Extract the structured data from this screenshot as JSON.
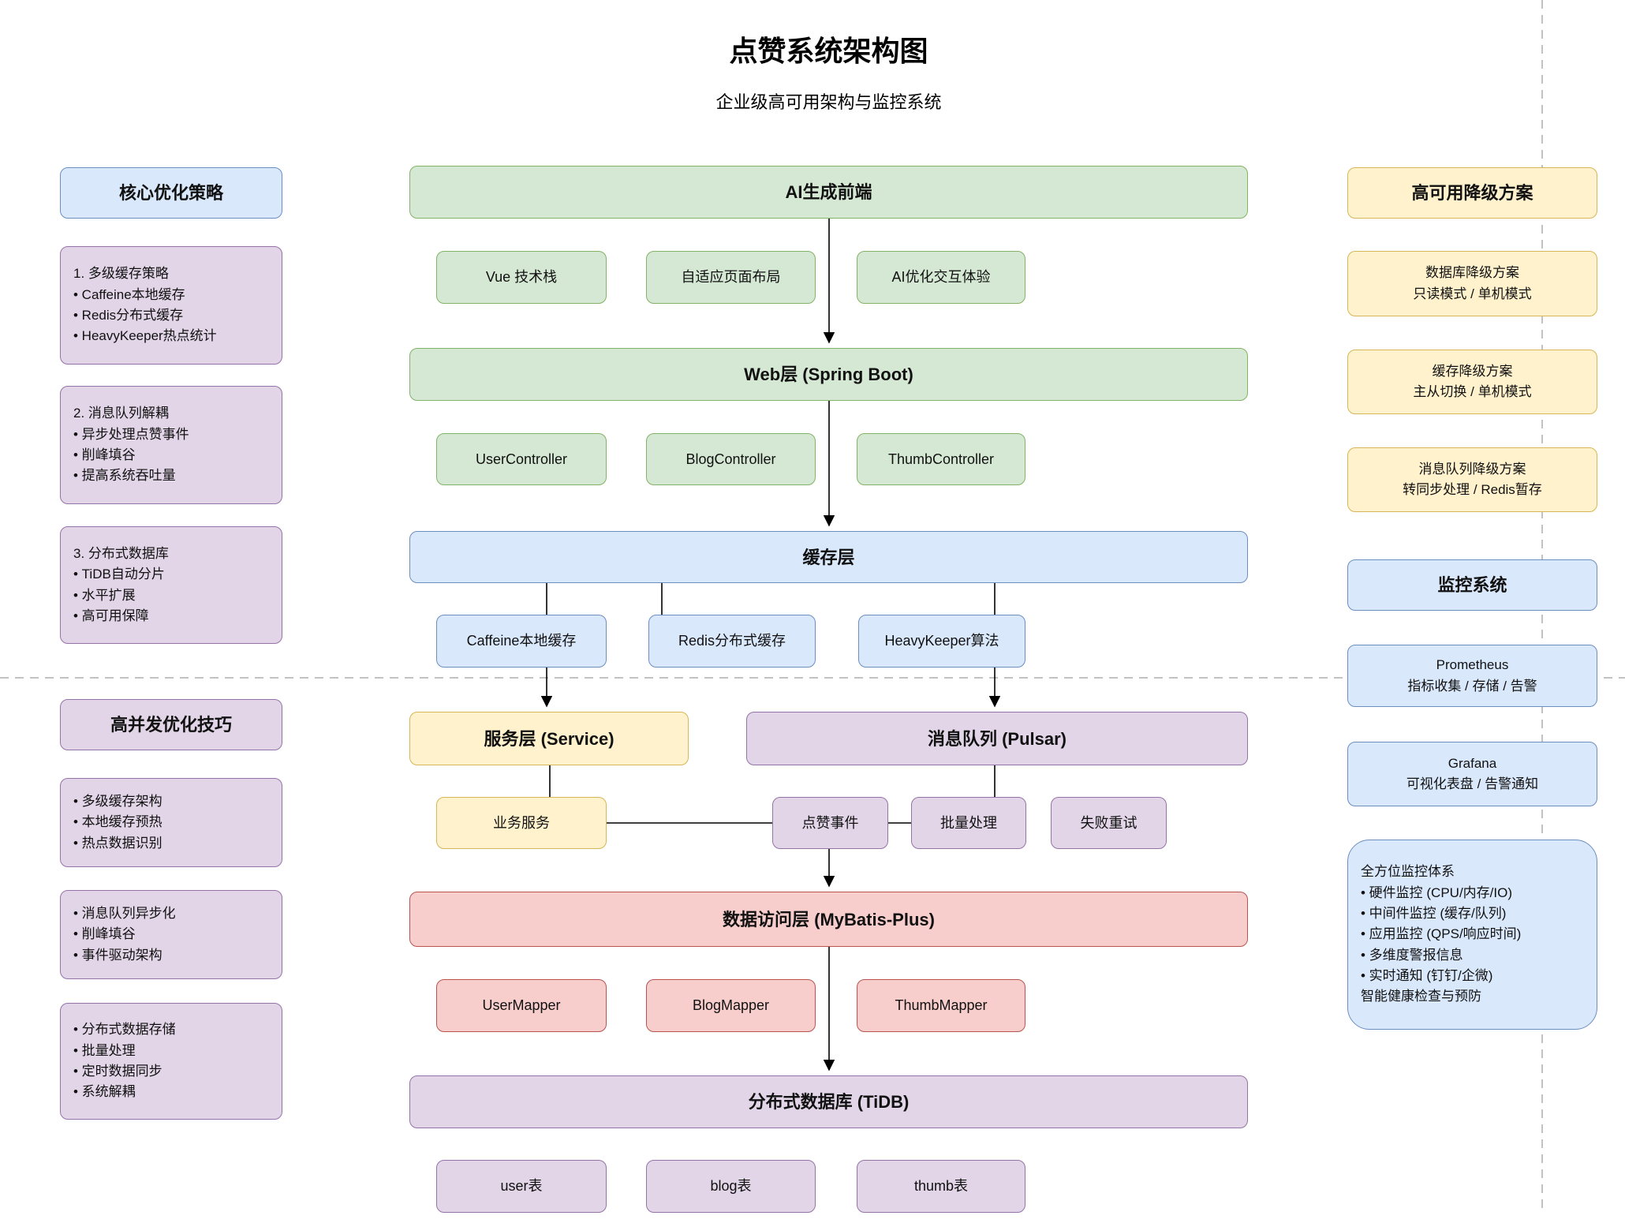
{
  "title": "点赞系统架构图",
  "subtitle": "企业级高可用架构与监控系统",
  "left_panel": {
    "strategy_header": "核心优化策略",
    "strategy_boxes": [
      "1. 多级缓存策略\n• Caffeine本地缓存\n• Redis分布式缓存\n• HeavyKeeper热点统计",
      "2. 消息队列解耦\n• 异步处理点赞事件\n• 削峰填谷\n• 提高系统吞吐量",
      "3. 分布式数据库\n• TiDB自动分片\n• 水平扩展\n• 高可用保障"
    ],
    "concurrency_header": "高并发优化技巧",
    "concurrency_boxes": [
      "• 多级缓存架构\n• 本地缓存预热\n• 热点数据识别",
      "• 消息队列异步化\n• 削峰填谷\n• 事件驱动架构",
      "• 分布式数据存储\n• 批量处理\n• 定时数据同步\n• 系统解耦"
    ]
  },
  "center": {
    "frontend": {
      "title": "AI生成前端",
      "items": [
        "Vue 技术栈",
        "自适应页面布局",
        "AI优化交互体验"
      ]
    },
    "web": {
      "title": "Web层 (Spring Boot)",
      "items": [
        "UserController",
        "BlogController",
        "ThumbController"
      ]
    },
    "cache": {
      "title": "缓存层",
      "items": [
        "Caffeine本地缓存",
        "Redis分布式缓存",
        "HeavyKeeper算法"
      ]
    },
    "service": {
      "title": "服务层 (Service)",
      "items": [
        "业务服务"
      ]
    },
    "mq": {
      "title": "消息队列 (Pulsar)",
      "items": [
        "点赞事件",
        "批量处理",
        "失败重试"
      ]
    },
    "dao": {
      "title": "数据访问层 (MyBatis-Plus)",
      "items": [
        "UserMapper",
        "BlogMapper",
        "ThumbMapper"
      ]
    },
    "db": {
      "title": "分布式数据库 (TiDB)",
      "items": [
        "user表",
        "blog表",
        "thumb表"
      ]
    }
  },
  "right_panel": {
    "degrade_header": "高可用降级方案",
    "degrade_boxes": [
      "数据库降级方案\n只读模式 / 单机模式",
      "缓存降级方案\n主从切换 / 单机模式",
      "消息队列降级方案\n转同步处理 / Redis暂存"
    ],
    "monitor_header": "监控系统",
    "monitor_boxes": [
      "Prometheus\n指标收集 / 存储 / 告警",
      "Grafana\n可视化表盘 / 告警通知"
    ],
    "monitor_detail": "全方位监控体系\n• 硬件监控 (CPU/内存/IO)\n• 中间件监控 (缓存/队列)\n• 应用监控 (QPS/响应时间)\n• 多维度警报信息\n• 实时通知 (钉钉/企微)\n智能健康检查与预防"
  },
  "colors": {
    "green": "#d5e8d4",
    "green_border": "#82b366",
    "blue": "#dae8fc",
    "blue_border": "#6c8ebf",
    "purple": "#e1d5e7",
    "purple_border": "#9673a6",
    "yellow": "#fff2cc",
    "yellow_border": "#d6b656",
    "red": "#f8cecc",
    "red_border": "#b85450",
    "edge": "#000000",
    "dashed_guide": "#c2c2c2"
  }
}
